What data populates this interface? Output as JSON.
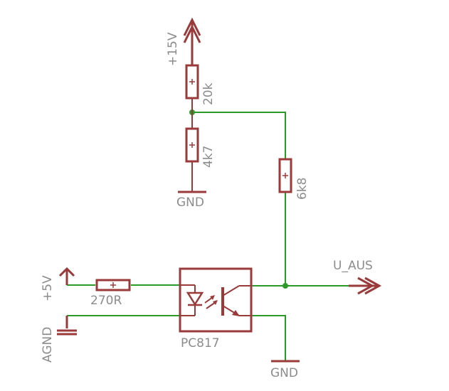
{
  "labels": {
    "vcc15": "+15V",
    "r20k": "20k",
    "r4k7": "4k7",
    "gnd_top": "GND",
    "r6k8": "6k8",
    "u_aus": "U_AUS",
    "vcc5": "+5V",
    "r270": "270R",
    "agnd": "AGND",
    "opto": "PC817",
    "gnd_bottom": "GND"
  },
  "colors": {
    "wire": "#2b9a2b",
    "component": "#9a3a3a",
    "text": "#8c8c8c",
    "background": "#ffffff"
  }
}
